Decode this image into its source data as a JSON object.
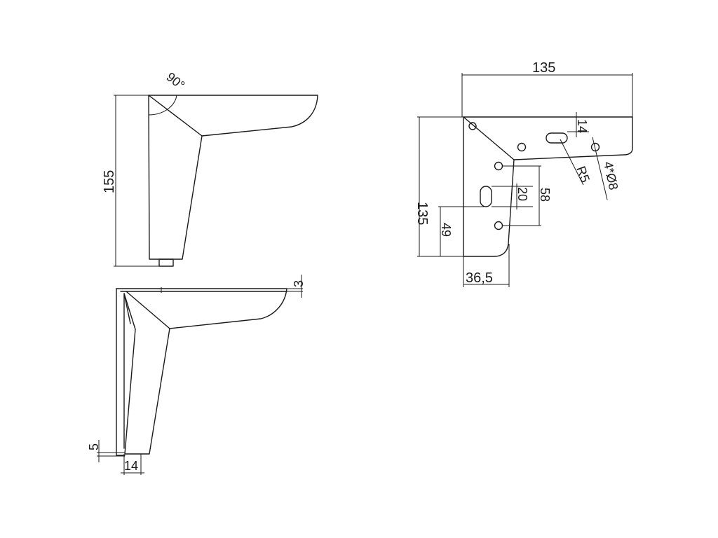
{
  "views": {
    "side_view": {
      "angle_label": "90°",
      "height_label": "155"
    },
    "sheet_view": {
      "thickness_label": "3",
      "foot_height_label": "5",
      "foot_width_label": "14"
    },
    "top_view": {
      "width_label": "135",
      "height_label": "135",
      "slot_offset_label": "14",
      "slot_radius_label": "R5",
      "holes_label": "4*Ø8",
      "slot_length_label": "20",
      "hole_spacing_label": "58",
      "hole_height_label": "49",
      "depth_label": "36,5"
    }
  }
}
